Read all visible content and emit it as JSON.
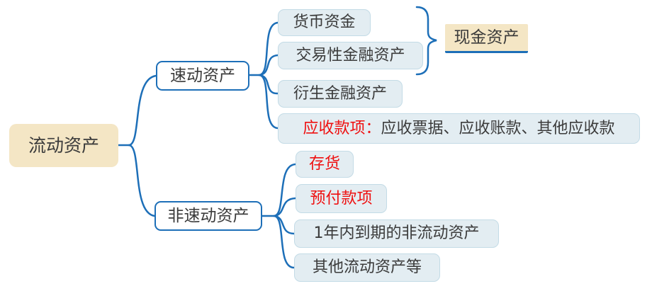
{
  "diagram": {
    "type": "mindmap",
    "colors": {
      "line_blue": "#1d6fb8",
      "node_fill_light": "#e3edf2",
      "node_border_light": "#c3dbe6",
      "root_fill_beige": "#f4e6c5",
      "text_dark": "#3b3b3b",
      "text_red": "#ef1111"
    },
    "root": {
      "label": "流动资产"
    },
    "branches": [
      {
        "label": "速动资产",
        "children": [
          {
            "label": "货币资金"
          },
          {
            "label": "交易性金融资产"
          },
          {
            "label": "衍生金融资产"
          },
          {
            "label_red": "应收款项：",
            "label_rest": "应收票据、应收账款、其他应收款"
          }
        ],
        "annotation": {
          "label": "现金资产"
        }
      },
      {
        "label": "非速动资产",
        "children": [
          {
            "label": "存货"
          },
          {
            "label": "预付款项"
          },
          {
            "label": "1年内到期的非流动资产"
          },
          {
            "label": "其他流动资产等"
          }
        ]
      }
    ]
  }
}
